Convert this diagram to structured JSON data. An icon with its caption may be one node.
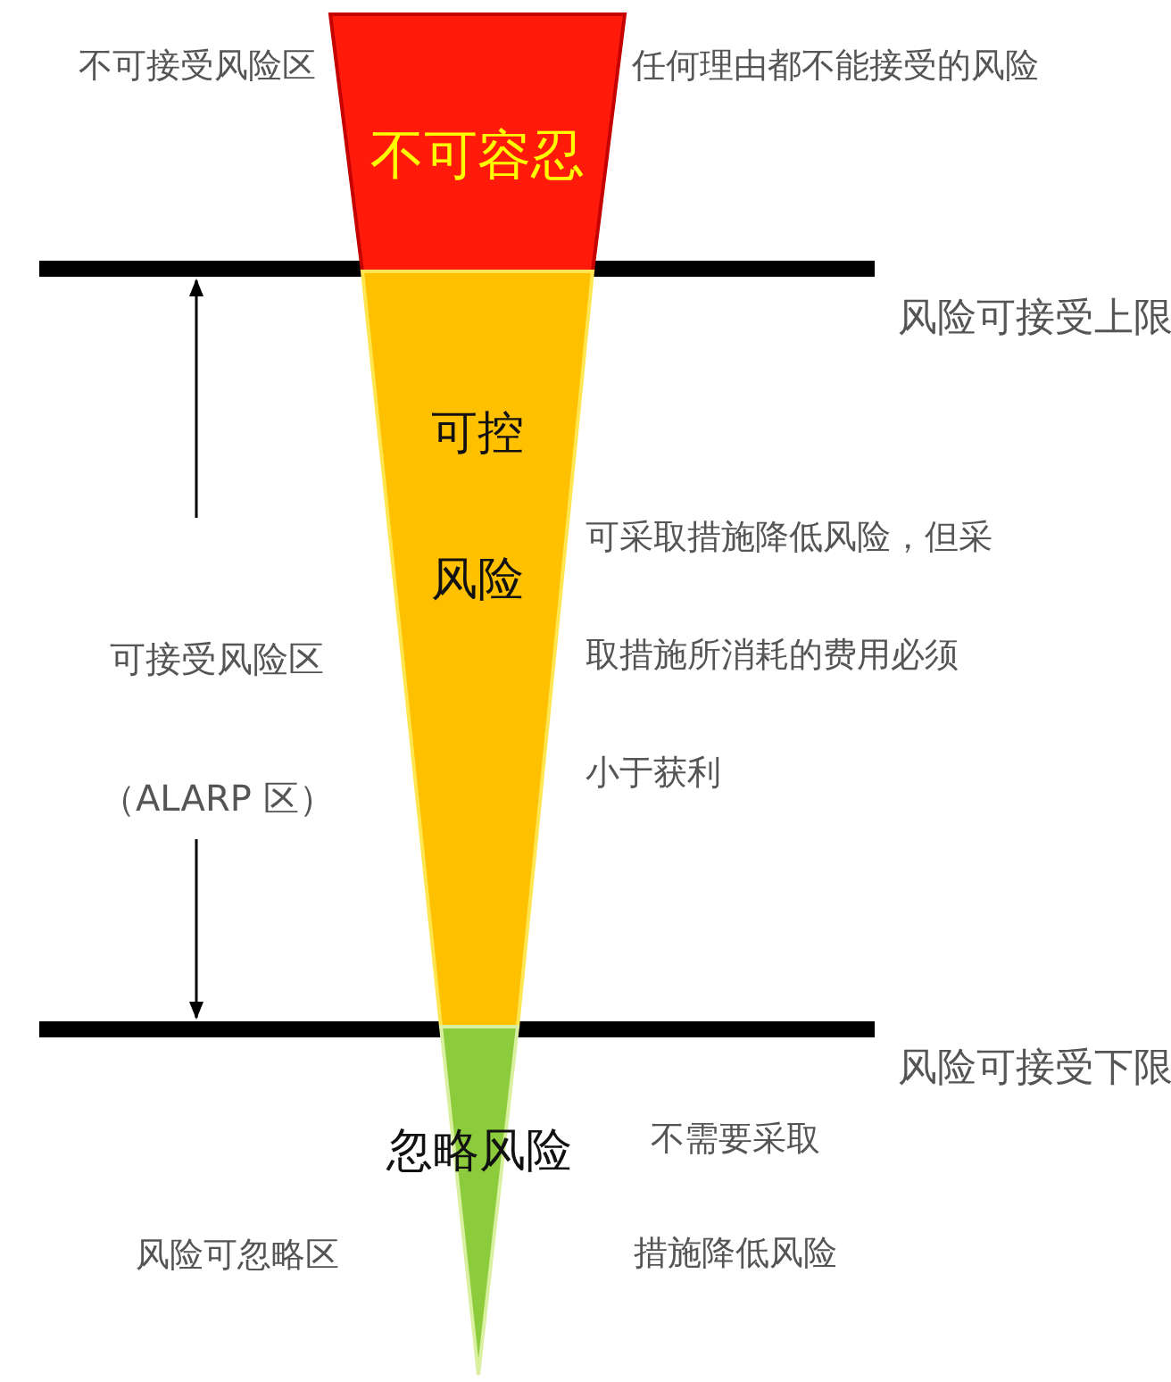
{
  "diagram": {
    "nodes": [
      {
        "text": [
          "不可容忍"
        ]
      },
      {
        "text": [
          "可控风险"
        ]
      },
      {
        "text": [
          "忽略风险"
        ]
      }
    ],
    "labels": [
      "不可接受风险区",
      "任何理由都不能接受的风险",
      "风险可接受上限",
      "可接受风险区（ALARP 区）",
      "可采取措施降低风险，但采取措施所消耗的费用必须小于获利",
      "风险可接受下限",
      "不需要采取措施降低风险",
      "风险可忽略区"
    ]
  }
}
